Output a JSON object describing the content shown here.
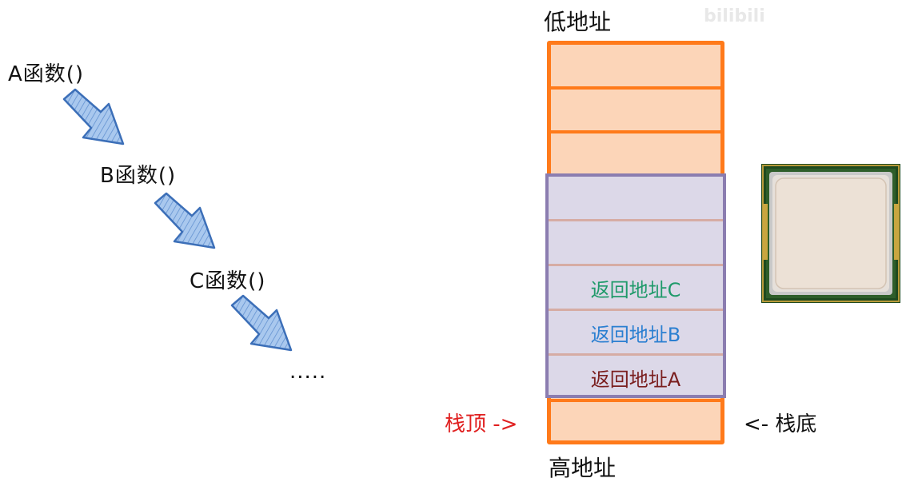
{
  "calls": {
    "a": "A函数()",
    "b": "B函数()",
    "c": "C函数()",
    "more": "....."
  },
  "stack": {
    "low_address": "低地址",
    "high_address": "高地址",
    "return_c": "返回地址C",
    "return_b": "返回地址B",
    "return_a": "返回地址A",
    "top_pointer": "栈顶 ->",
    "bottom_pointer": "<- 栈底"
  },
  "watermark": "bilibili",
  "colors": {
    "stack_border": "#ff7a1a",
    "stack_fill": "#fcd5b8",
    "frame_border": "#8b7db0",
    "frame_fill": "#dcd8e8",
    "return_c": "#1f9a6a",
    "return_b": "#2b7fd1",
    "return_a": "#7a1e1e",
    "top_pointer": "#e02020",
    "arrow_fill": "#8fb6e6"
  },
  "icons": {
    "arrows": "down-right-arrow-icon",
    "cpu": "cpu-icon"
  }
}
